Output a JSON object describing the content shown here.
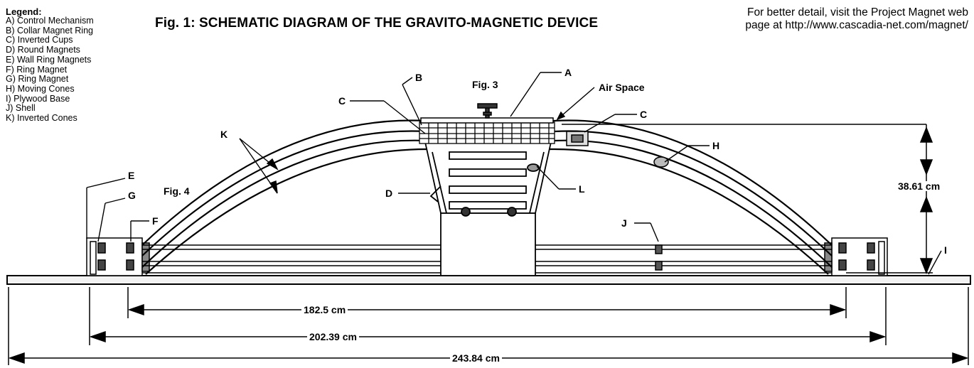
{
  "legend": {
    "title": "Legend:",
    "items": [
      "A) Control Mechanism",
      "B) Collar Magnet Ring",
      "C) Inverted Cups",
      "D) Round Magnets",
      "E) Wall Ring Magnets",
      "F) Ring Magnet",
      "G) Ring Magnet",
      "H) Moving Cones",
      "I) Plywood Base",
      "J) Shell",
      "K) Inverted Cones"
    ]
  },
  "title": "Fig. 1:  SCHEMATIC DIAGRAM OF THE GRAVITO-MAGNETIC DEVICE",
  "note": {
    "line1": "For better detail, visit the Project Magnet web",
    "line2": "page at http://www.cascadia-net.com/magnet/"
  },
  "labels": {
    "A": "A",
    "B": "B",
    "C": "C",
    "C2": "C",
    "D": "D",
    "E": "E",
    "F": "F",
    "G": "G",
    "H": "H",
    "I": "I",
    "J": "J",
    "K": "K",
    "L": "L",
    "fig3": "Fig. 3",
    "fig4": "Fig. 4",
    "air_space": "Air Space"
  },
  "dimensions": {
    "height": "38.61 cm",
    "inner": "182.5 cm",
    "middle": "202.39 cm",
    "outer": "243.84 cm"
  },
  "colors": {
    "ink": "#000000",
    "paper": "#ffffff",
    "shade": "#555555"
  }
}
